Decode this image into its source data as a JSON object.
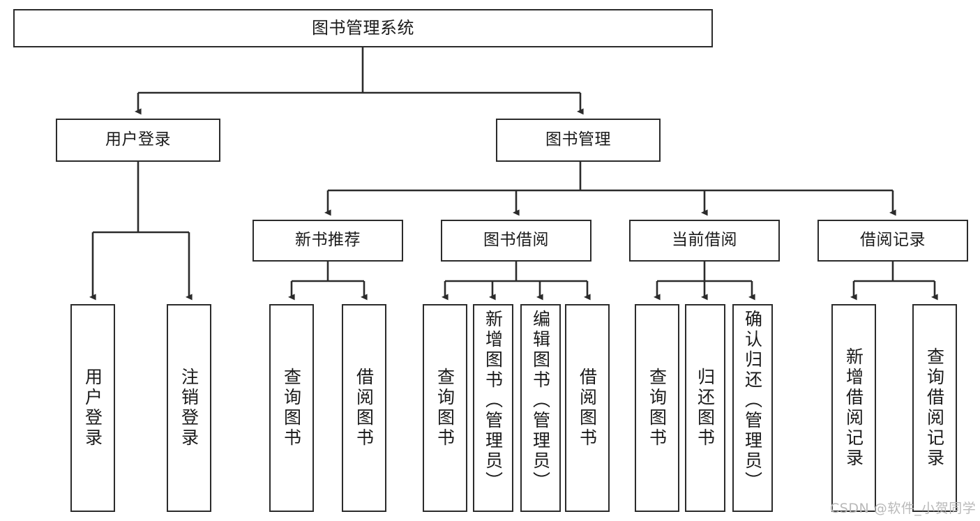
{
  "diagram": {
    "title": "图书管理系统",
    "type": "tree-hierarchy-chart",
    "watermark": "CSDN @软件_小贺同学",
    "colors": {
      "box_border": "#2b2b2b",
      "box_fill": "#ffffff",
      "edge": "#2b2b2b",
      "text": "#1a1a1a",
      "watermark": "#b9b9b9",
      "background": "#ffffff"
    },
    "nodes": {
      "root": {
        "label": "图书管理系统"
      },
      "level2": [
        {
          "id": "user-login",
          "label": "用户登录"
        },
        {
          "id": "book-manage",
          "label": "图书管理"
        }
      ],
      "level3": [
        {
          "id": "new-book-recommend",
          "label": "新书推荐"
        },
        {
          "id": "book-borrow",
          "label": "图书借阅"
        },
        {
          "id": "current-borrow",
          "label": "当前借阅"
        },
        {
          "id": "borrow-record",
          "label": "借阅记录"
        }
      ],
      "leaves": [
        {
          "id": "leaf-user-login",
          "label": "用户登录",
          "parent": "user-login"
        },
        {
          "id": "leaf-logout-login",
          "label": "注销登录",
          "parent": "user-login"
        },
        {
          "id": "leaf-query-book-1",
          "label": "查询图书",
          "parent": "new-book-recommend"
        },
        {
          "id": "leaf-borrow-book-1",
          "label": "借阅图书",
          "parent": "new-book-recommend"
        },
        {
          "id": "leaf-query-book-2",
          "label": "查询图书",
          "parent": "book-borrow"
        },
        {
          "id": "leaf-add-book",
          "label": "新增图书（管理员）",
          "parent": "book-borrow"
        },
        {
          "id": "leaf-edit-book",
          "label": "编辑图书（管理员）",
          "parent": "book-borrow"
        },
        {
          "id": "leaf-borrow-book-2",
          "label": "借阅图书",
          "parent": "book-borrow"
        },
        {
          "id": "leaf-query-book-3",
          "label": "查询图书",
          "parent": "current-borrow"
        },
        {
          "id": "leaf-return-book",
          "label": "归还图书",
          "parent": "current-borrow"
        },
        {
          "id": "leaf-confirm-return",
          "label": "确认归还（管理员）",
          "parent": "current-borrow"
        },
        {
          "id": "leaf-add-borrow-record",
          "label": "新增借阅记录",
          "parent": "borrow-record"
        },
        {
          "id": "leaf-query-borrow-record",
          "label": "查询借阅记录",
          "parent": "borrow-record"
        }
      ]
    }
  }
}
